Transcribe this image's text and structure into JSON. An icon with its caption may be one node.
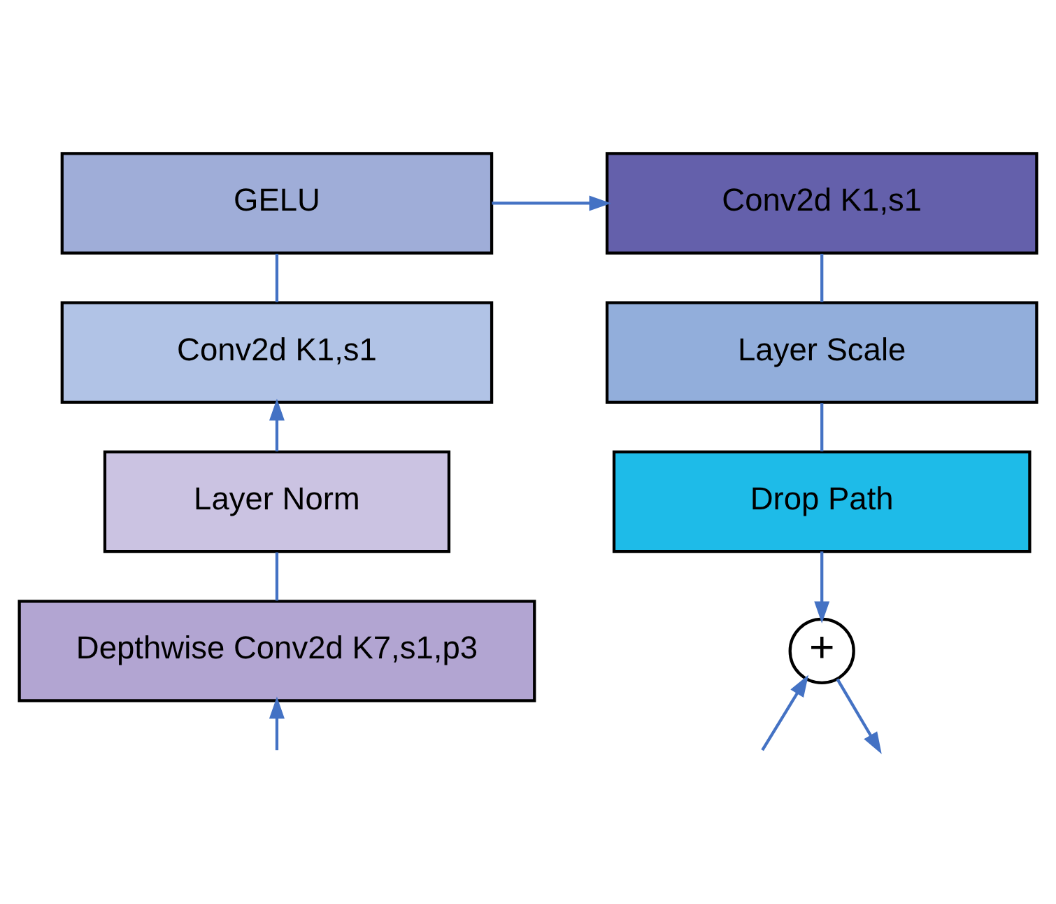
{
  "diagram": {
    "nodes": [
      {
        "text": [
          "GELU"
        ]
      },
      {
        "text": [
          "Conv2d K1,s1"
        ]
      },
      {
        "text": [
          "Layer Norm"
        ]
      },
      {
        "text": [
          "Depthwise Conv2d K7,s1,p3"
        ]
      },
      {
        "text": [
          "Conv2d K1,s1"
        ]
      },
      {
        "text": [
          "Layer Scale"
        ]
      },
      {
        "text": [
          "Drop Path"
        ]
      },
      {
        "text": [
          "+"
        ]
      }
    ],
    "edges": [
      {
        "from": null,
        "to": 3,
        "arrow": "to"
      },
      {
        "from": null,
        "to": 7,
        "arrow": "to"
      },
      {
        "from": 3,
        "to": 2,
        "arrow": "none"
      },
      {
        "from": 2,
        "to": 1,
        "arrow": "to"
      },
      {
        "from": 1,
        "to": 0,
        "arrow": "none"
      },
      {
        "from": 0,
        "to": 4,
        "arrow": "to"
      },
      {
        "from": 4,
        "to": 5,
        "arrow": "none"
      },
      {
        "from": 5,
        "to": 6,
        "arrow": "none"
      },
      {
        "from": 6,
        "to": 7,
        "arrow": "to"
      },
      {
        "from": 7,
        "to": null,
        "arrow": "to"
      }
    ]
  }
}
